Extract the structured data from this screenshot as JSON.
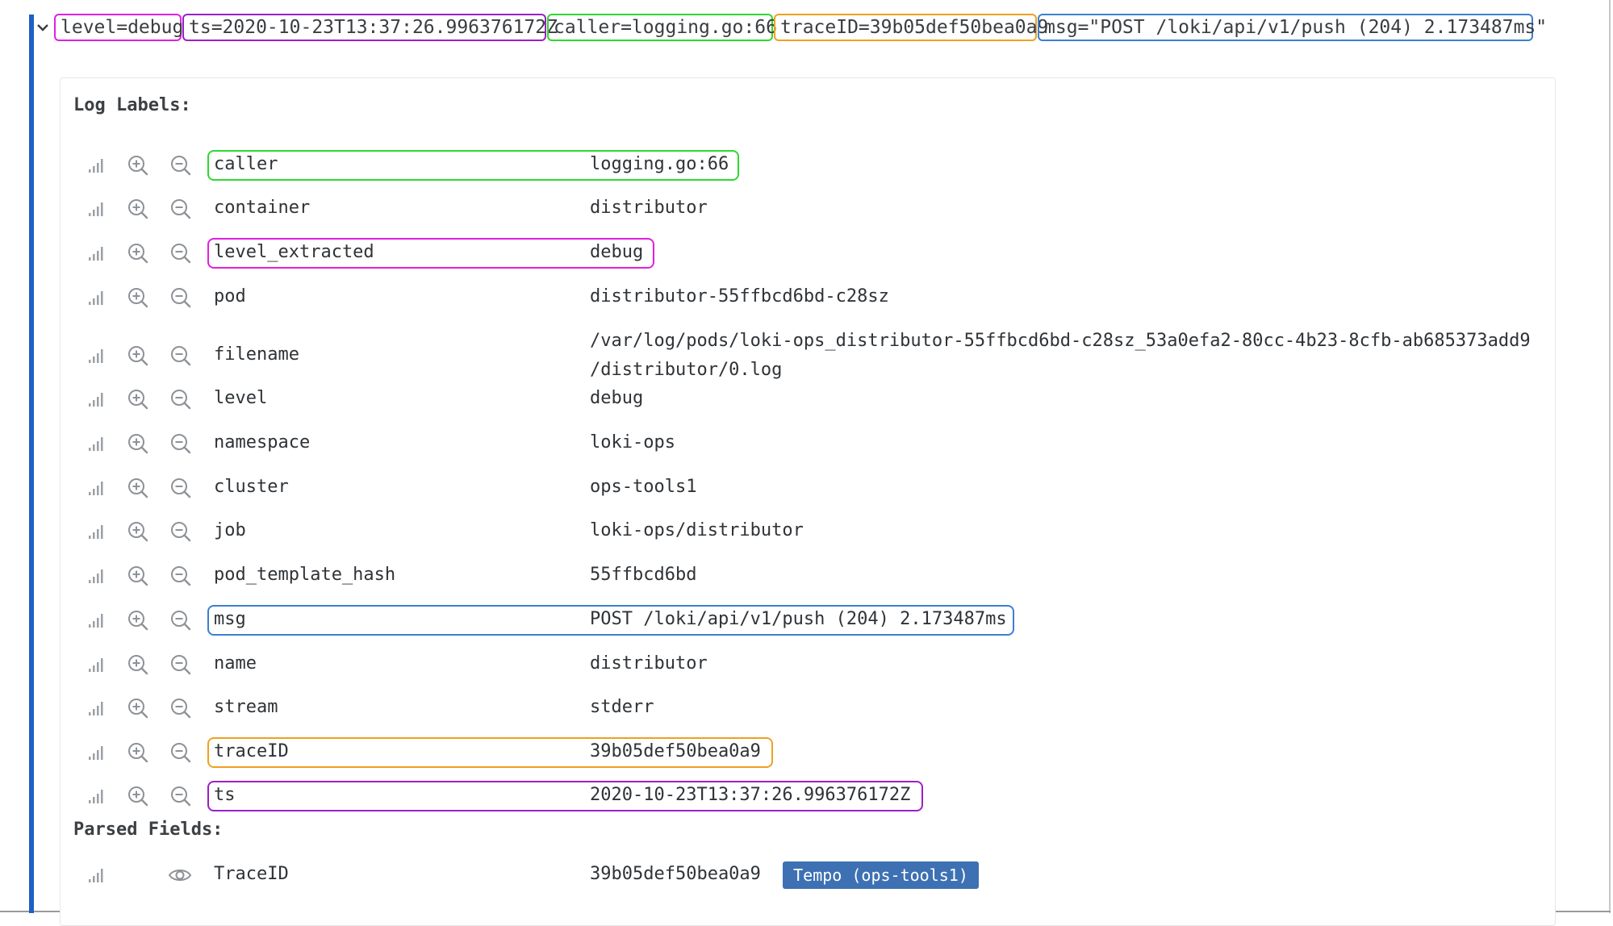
{
  "log_line": {
    "tokens": [
      {
        "text": "level=debug",
        "color": "#e020e0"
      },
      {
        "text": "ts=2020-10-23T13:37:26.996376172Z",
        "color": "#9b1fc6"
      },
      {
        "text": "caller=logging.go:66",
        "color": "#2fd82f"
      },
      {
        "text": "traceID=39b05def50bea0a9",
        "color": "#f0a020"
      },
      {
        "text": "msg=\"POST /loki/api/v1/push (204) 2.173487ms\"",
        "color": "#3b7fd0"
      }
    ]
  },
  "log_labels": {
    "title": "Log Labels:",
    "rows": [
      {
        "key": "caller",
        "value": "logging.go:66",
        "highlight": "#2fd82f"
      },
      {
        "key": "container",
        "value": "distributor"
      },
      {
        "key": "level_extracted",
        "value": "debug",
        "highlight": "#e020e0"
      },
      {
        "key": "pod",
        "value": "distributor-55ffbcd6bd-c28sz"
      },
      {
        "key": "filename",
        "value": "/var/log/pods/loki-ops_distributor-55ffbcd6bd-c28sz_53a0efa2-80cc-4b23-8cfb-ab685373add9",
        "value_line2": "/distributor/0.log"
      },
      {
        "key": "level",
        "value": "debug"
      },
      {
        "key": "namespace",
        "value": "loki-ops"
      },
      {
        "key": "cluster",
        "value": "ops-tools1"
      },
      {
        "key": "job",
        "value": "loki-ops/distributor"
      },
      {
        "key": "pod_template_hash",
        "value": "55ffbcd6bd"
      },
      {
        "key": "msg",
        "value": "POST /loki/api/v1/push (204) 2.173487ms",
        "highlight": "#3b7fd0"
      },
      {
        "key": "name",
        "value": "distributor"
      },
      {
        "key": "stream",
        "value": "stderr"
      },
      {
        "key": "traceID",
        "value": "39b05def50bea0a9",
        "highlight": "#f0a020"
      },
      {
        "key": "ts",
        "value": "2020-10-23T13:37:26.996376172Z",
        "highlight": "#9b1fc6"
      }
    ]
  },
  "parsed_fields": {
    "title": "Parsed Fields:",
    "rows": [
      {
        "key": "TraceID",
        "value": "39b05def50bea0a9",
        "link_label": "Tempo (ops-tools1)"
      }
    ]
  },
  "colors": {
    "accent_bar": "#1f60c4",
    "icon_gray": "#8e9297",
    "link_button": "#3d71b3"
  },
  "icons": [
    "chevron-down-icon",
    "stats-icon",
    "zoom-in-icon",
    "zoom-out-icon",
    "eye-icon"
  ]
}
